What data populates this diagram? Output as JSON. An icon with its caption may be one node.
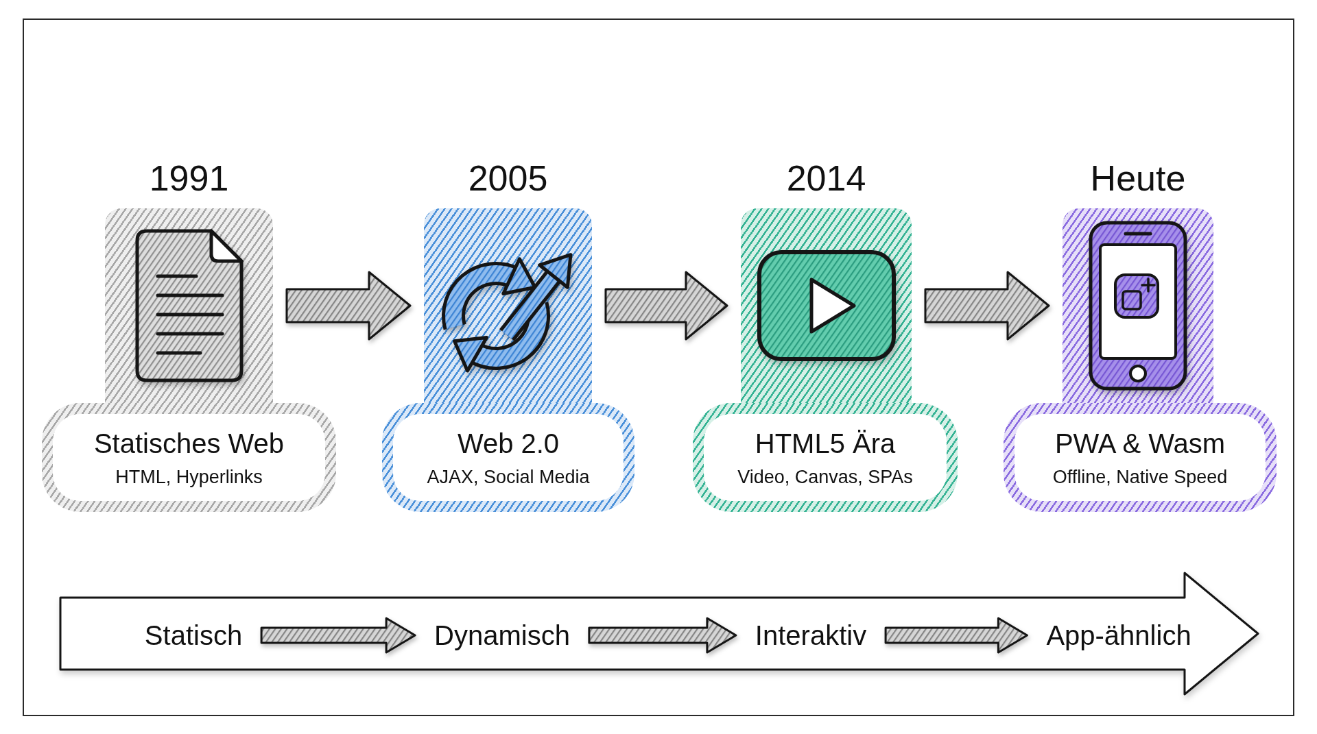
{
  "diagram": {
    "nodes": [
      {
        "text": [
          "1991"
        ]
      },
      {
        "text": [
          "Statisches Web",
          "HTML, Hyperlinks"
        ]
      },
      {
        "text": [
          "2005"
        ]
      },
      {
        "text": [
          "Web 2.0",
          "AJAX, Social Media"
        ]
      },
      {
        "text": [
          "2014"
        ]
      },
      {
        "text": [
          "HTML5 Ära",
          "Video, Canvas, SPAs"
        ]
      },
      {
        "text": [
          "Heute"
        ]
      },
      {
        "text": [
          "PWA & Wasm",
          "Offline, Native Speed"
        ]
      },
      {
        "text": [],
        "shape": "arrow"
      },
      {
        "text": [
          "Statisch"
        ],
        "in": 8
      },
      {
        "text": [
          "Dynamisch"
        ],
        "in": 8
      },
      {
        "text": [
          "Interaktiv"
        ],
        "in": 8
      },
      {
        "text": [
          "App-ähnlich"
        ],
        "in": 8
      }
    ],
    "edges": [
      {
        "from": 0,
        "to": 2,
        "arrow": "to"
      },
      {
        "from": 2,
        "to": 4,
        "arrow": "to"
      },
      {
        "from": 4,
        "to": 6,
        "arrow": "to"
      },
      {
        "from": 9,
        "to": 10,
        "arrow": "to"
      },
      {
        "from": 10,
        "to": 11,
        "arrow": "to"
      },
      {
        "from": 11,
        "to": 12,
        "arrow": "to"
      }
    ]
  }
}
